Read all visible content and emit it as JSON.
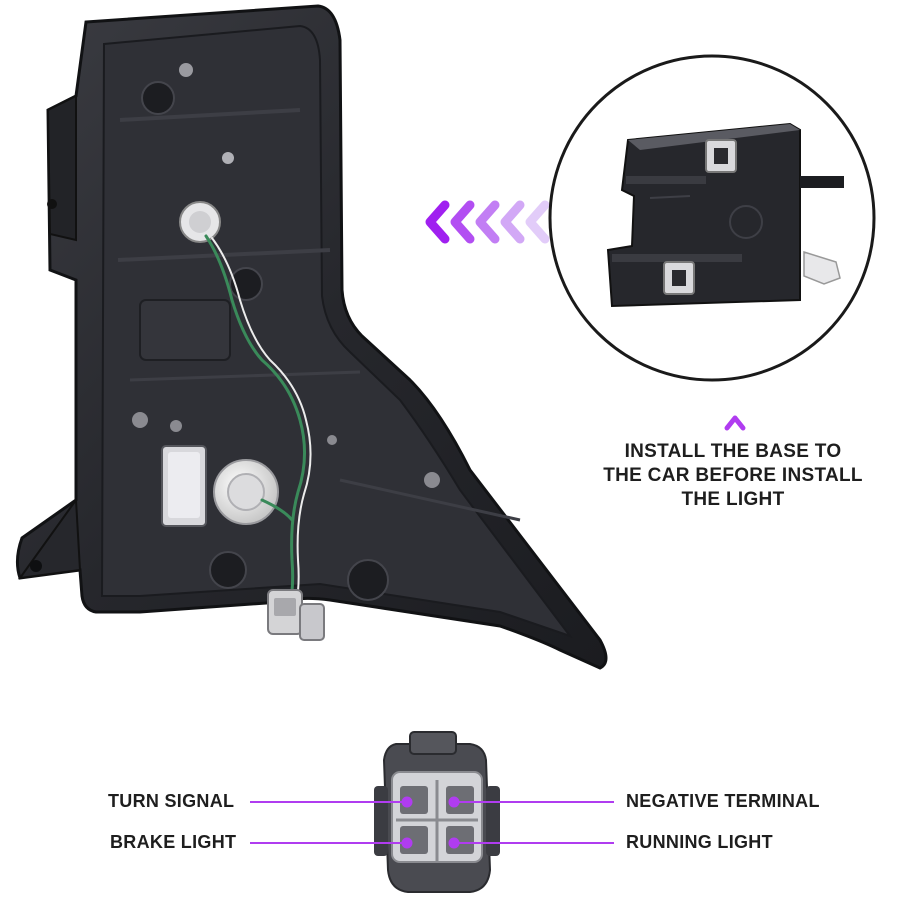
{
  "install_note": {
    "lines": [
      "INSTALL THE BASE TO",
      "THE CAR BEFORE INSTALL",
      "THE LIGHT"
    ]
  },
  "connector_pins": {
    "turn_signal": "TURN SIGNAL",
    "brake_light": "BRAKE LIGHT",
    "negative_terminal": "NEGATIVE TERMINAL",
    "running_light": "RUNNING LIGHT"
  },
  "colors": {
    "accent": "#b03cf0",
    "housing": "#2a2b30",
    "wire_green": "#3a8a5a",
    "text": "#1e1e1e"
  }
}
